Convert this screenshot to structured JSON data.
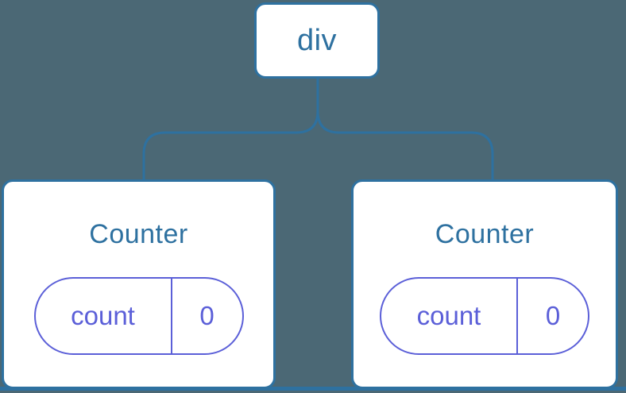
{
  "colors": {
    "background": "#4B6875",
    "line": "#2E71A0",
    "node_background": "#FFFFFF",
    "node_border": "#2E71A0",
    "node_text": "#2E71A0",
    "state_accent": "#5B5FD8"
  },
  "root": {
    "label": "div"
  },
  "children": [
    {
      "title": "Counter",
      "state": {
        "key": "count",
        "value": "0"
      }
    },
    {
      "title": "Counter",
      "state": {
        "key": "count",
        "value": "0"
      }
    }
  ]
}
